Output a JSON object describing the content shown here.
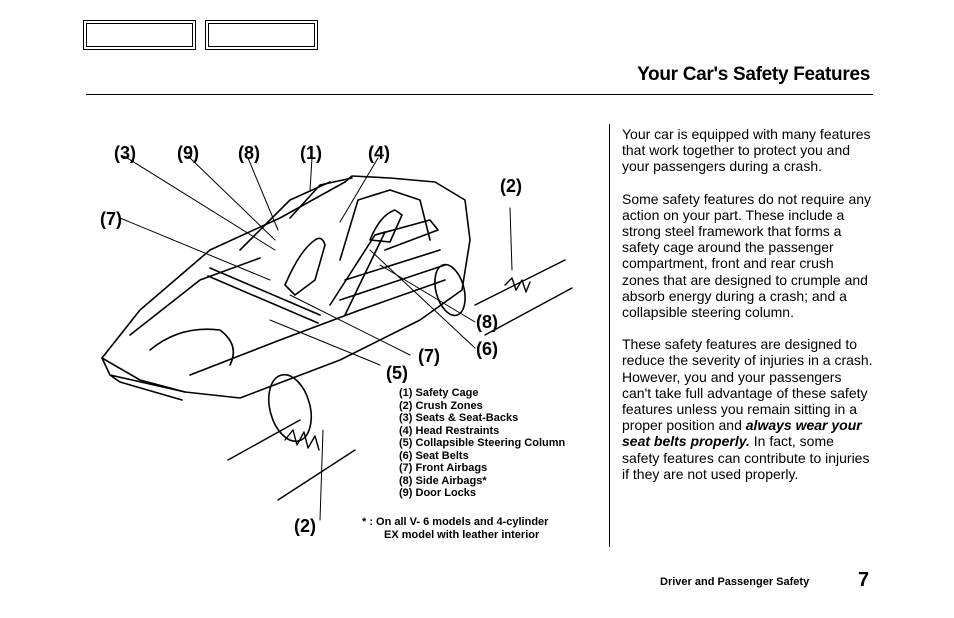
{
  "header": {
    "title": "Your Car's Safety Features"
  },
  "figure": {
    "callouts": {
      "c3": "(3)",
      "c9": "(9)",
      "c8_top": "(8)",
      "c1": "(1)",
      "c4": "(4)",
      "c2_top": "(2)",
      "c7_left": "(7)",
      "c8_right": "(8)",
      "c6": "(6)",
      "c7_mid": "(7)",
      "c5": "(5)",
      "c2_bottom": "(2)"
    },
    "legend": [
      "(1) Safety Cage",
      "(2) Crush Zones",
      "(3) Seats & Seat-Backs",
      "(4) Head Restraints",
      "(5) Collapsible Steering Column",
      "(6) Seat Belts",
      "(7) Front Airbags",
      "(8) Side Airbags*",
      "(9) Door Locks"
    ],
    "footnote_line1": "* : On all V- 6 models and 4-cylinder",
    "footnote_line2": "EX model with leather interior"
  },
  "body": {
    "p1": "Your car is equipped with many features that work together to protect you and your passengers during a crash.",
    "p2": "Some safety features do not require any action on your part. These include a strong steel framework that forms a safety cage around the passenger compartment, front and rear crush zones that are designed to crumple and absorb energy during a crash; and a collapsible steering column.",
    "p3_pre": "These safety features are designed to reduce the severity of injuries in a crash. However, you and your passengers can't take full advantage of these safety features unless you remain sitting in a proper position and ",
    "p3_emph": "always wear your seat belts properly.",
    "p3_post": " In fact, some safety features can contribute to injuries if they are not used properly."
  },
  "footer": {
    "section": "Driver and Passenger Safety",
    "page": "7"
  }
}
